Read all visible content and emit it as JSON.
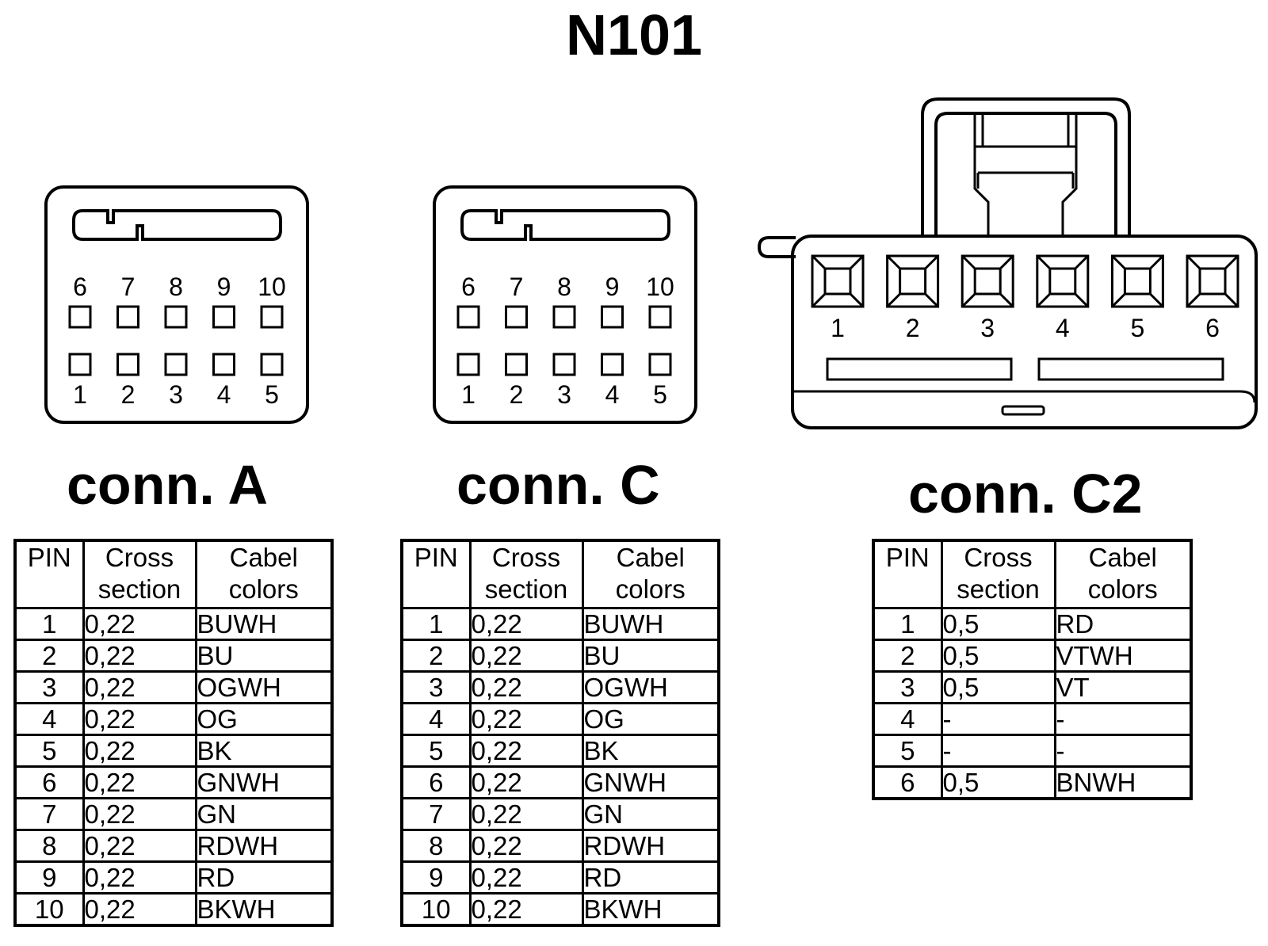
{
  "title": "N101",
  "connectors": [
    {
      "label": "conn. A",
      "top_pins": [
        "6",
        "7",
        "8",
        "9",
        "10"
      ],
      "bottom_pins": [
        "1",
        "2",
        "3",
        "4",
        "5"
      ],
      "table": {
        "headers": [
          "PIN",
          "Cross section",
          "Cabel colors"
        ],
        "rows": [
          [
            "1",
            "0,22",
            "BUWH"
          ],
          [
            "2",
            "0,22",
            "BU"
          ],
          [
            "3",
            "0,22",
            "OGWH"
          ],
          [
            "4",
            "0,22",
            "OG"
          ],
          [
            "5",
            "0,22",
            "BK"
          ],
          [
            "6",
            "0,22",
            "GNWH"
          ],
          [
            "7",
            "0,22",
            "GN"
          ],
          [
            "8",
            "0,22",
            "RDWH"
          ],
          [
            "9",
            "0,22",
            "RD"
          ],
          [
            "10",
            "0,22",
            "BKWH"
          ]
        ]
      }
    },
    {
      "label": "conn. C",
      "top_pins": [
        "6",
        "7",
        "8",
        "9",
        "10"
      ],
      "bottom_pins": [
        "1",
        "2",
        "3",
        "4",
        "5"
      ],
      "table": {
        "headers": [
          "PIN",
          "Cross section",
          "Cabel colors"
        ],
        "rows": [
          [
            "1",
            "0,22",
            "BUWH"
          ],
          [
            "2",
            "0,22",
            "BU"
          ],
          [
            "3",
            "0,22",
            "OGWH"
          ],
          [
            "4",
            "0,22",
            "OG"
          ],
          [
            "5",
            "0,22",
            "BK"
          ],
          [
            "6",
            "0,22",
            "GNWH"
          ],
          [
            "7",
            "0,22",
            "GN"
          ],
          [
            "8",
            "0,22",
            "RDWH"
          ],
          [
            "9",
            "0,22",
            "RD"
          ],
          [
            "10",
            "0,22",
            "BKWH"
          ]
        ]
      }
    },
    {
      "label": "conn. C2",
      "pins": [
        "1",
        "2",
        "3",
        "4",
        "5",
        "6"
      ],
      "table": {
        "headers": [
          "PIN",
          "Cross section",
          "Cabel colors"
        ],
        "rows": [
          [
            "1",
            "0,5",
            "RD"
          ],
          [
            "2",
            "0,5",
            "VTWH"
          ],
          [
            "3",
            "0,5",
            "VT"
          ],
          [
            "4",
            "-",
            "-"
          ],
          [
            "5",
            "-",
            "-"
          ],
          [
            "6",
            "0,5",
            "BNWH"
          ]
        ]
      }
    }
  ]
}
